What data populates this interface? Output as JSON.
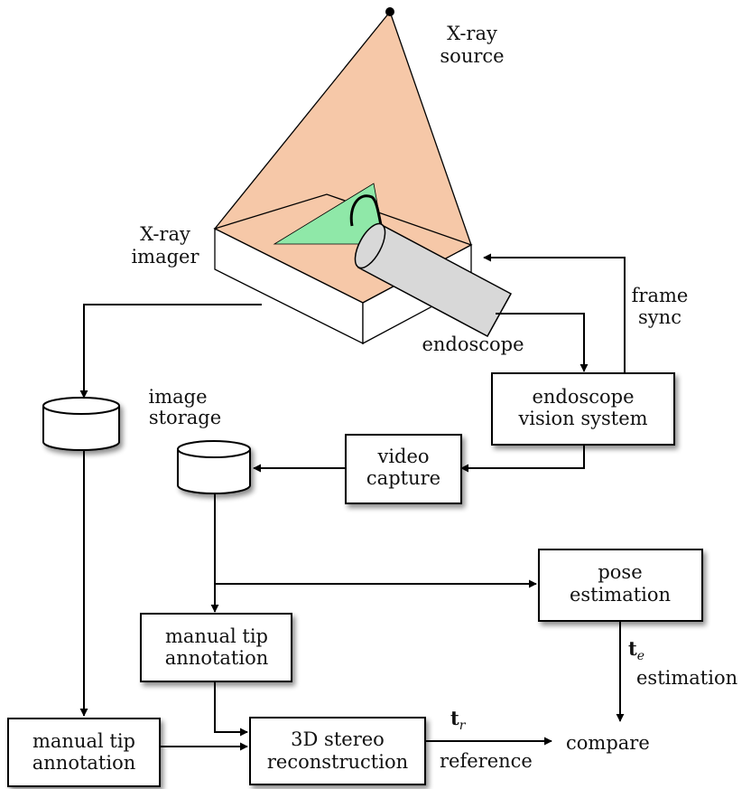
{
  "xray_source": {
    "line1": "X-ray",
    "line2": "source"
  },
  "xray_imager": {
    "line1": "X-ray",
    "line2": "imager"
  },
  "endoscope_label": "endoscope",
  "frame_sync": {
    "line1": "frame",
    "line2": "sync"
  },
  "image_storage": {
    "line1": "image",
    "line2": "storage"
  },
  "vision_system": {
    "line1": "endoscope",
    "line2": "vision system"
  },
  "video_capture": {
    "line1": "video",
    "line2": "capture"
  },
  "pose_estimation": {
    "line1": "pose",
    "line2": "estimation"
  },
  "manual_tip_center": {
    "line1": "manual tip",
    "line2": "annotation"
  },
  "manual_tip_left": {
    "line1": "manual tip",
    "line2": "annotation"
  },
  "stereo": {
    "line1": "3D stereo",
    "line2": "reconstruction"
  },
  "t_e": {
    "symbol": "t",
    "subscript": "e",
    "caption": "estimation"
  },
  "t_r": {
    "symbol": "t",
    "subscript": "r",
    "caption": "reference"
  },
  "compare": "compare",
  "colors": {
    "cone": "#f6c8a8",
    "triangle": "#8fe8a8",
    "endoscope": "#d8d8d8"
  }
}
